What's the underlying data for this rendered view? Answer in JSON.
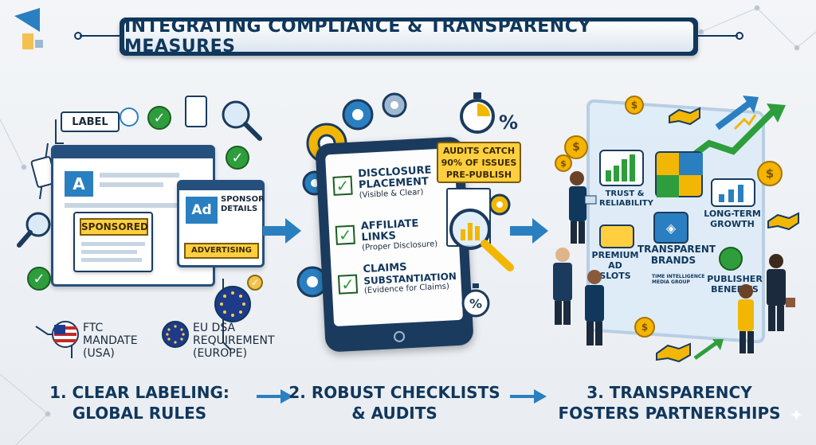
{
  "title": "INTEGRATING COMPLIANCE & TRANSPARENCY MEASURES",
  "colors": {
    "navy": "#10375c",
    "green": "#2e9e3c",
    "yellow": "#ffcf3f",
    "arrow_blue": "#2a7fc0"
  },
  "panel1": {
    "caption_line1": "1. CLEAR LABELING:",
    "caption_line2": "GLOBAL RULES",
    "label_tag": "LABEL",
    "sponsored_tag": "SPONSORED",
    "ad_box": "Ad",
    "sponsor_details": "SPONSOR DETAILS",
    "advertising_tag": "ADVERTISING",
    "letter_a": "A",
    "ftc_line1": "FTC",
    "ftc_line2": "MANDATE",
    "ftc_line3": "(USA)",
    "eu_line1": "EU DSA",
    "eu_line2": "REQUIREMENT",
    "eu_line3": "(EUROPE)"
  },
  "panel2": {
    "caption_line1": "2. ROBUST CHECKLISTS",
    "caption_line2": "& AUDITS",
    "audit_line1": "AUDITS CATCH",
    "audit_line2": "90% OF ISSUES",
    "audit_line3": "PRE-PUBLISH",
    "items": [
      {
        "title_line1": "DISCLOSURE",
        "title_line2": "PLACEMENT",
        "sub": "(Visible & Clear)"
      },
      {
        "title_line1": "AFFILIATE LINKS",
        "title_line2": "",
        "sub": "(Proper Disclosure)"
      },
      {
        "title_line1": "CLAIMS",
        "title_line2": "SUBSTANTIATION",
        "sub": "(Evidence for Claims)"
      }
    ],
    "percent_symbol": "%"
  },
  "panel3": {
    "caption_line1": "3. TRANSPARENCY",
    "caption_line2": "FOSTERS PARTNERSHIPS",
    "trust_line1": "TRUST &",
    "trust_line2": "RELIABILITY",
    "growth_line1": "LONG-TERM",
    "growth_line2": "GROWTH",
    "premium_line1": "PREMIUM",
    "premium_line2": "AD SLOTS",
    "brands_line1": "TRANSPARENT",
    "brands_line2": "BRANDS",
    "publisher_line1": "PUBLISHER",
    "publisher_line2": "BENEFITS",
    "logo_line1": "TIME INTELLIGENCE",
    "logo_line2": "MEDIA GROUP",
    "coin_symbol": "$"
  }
}
